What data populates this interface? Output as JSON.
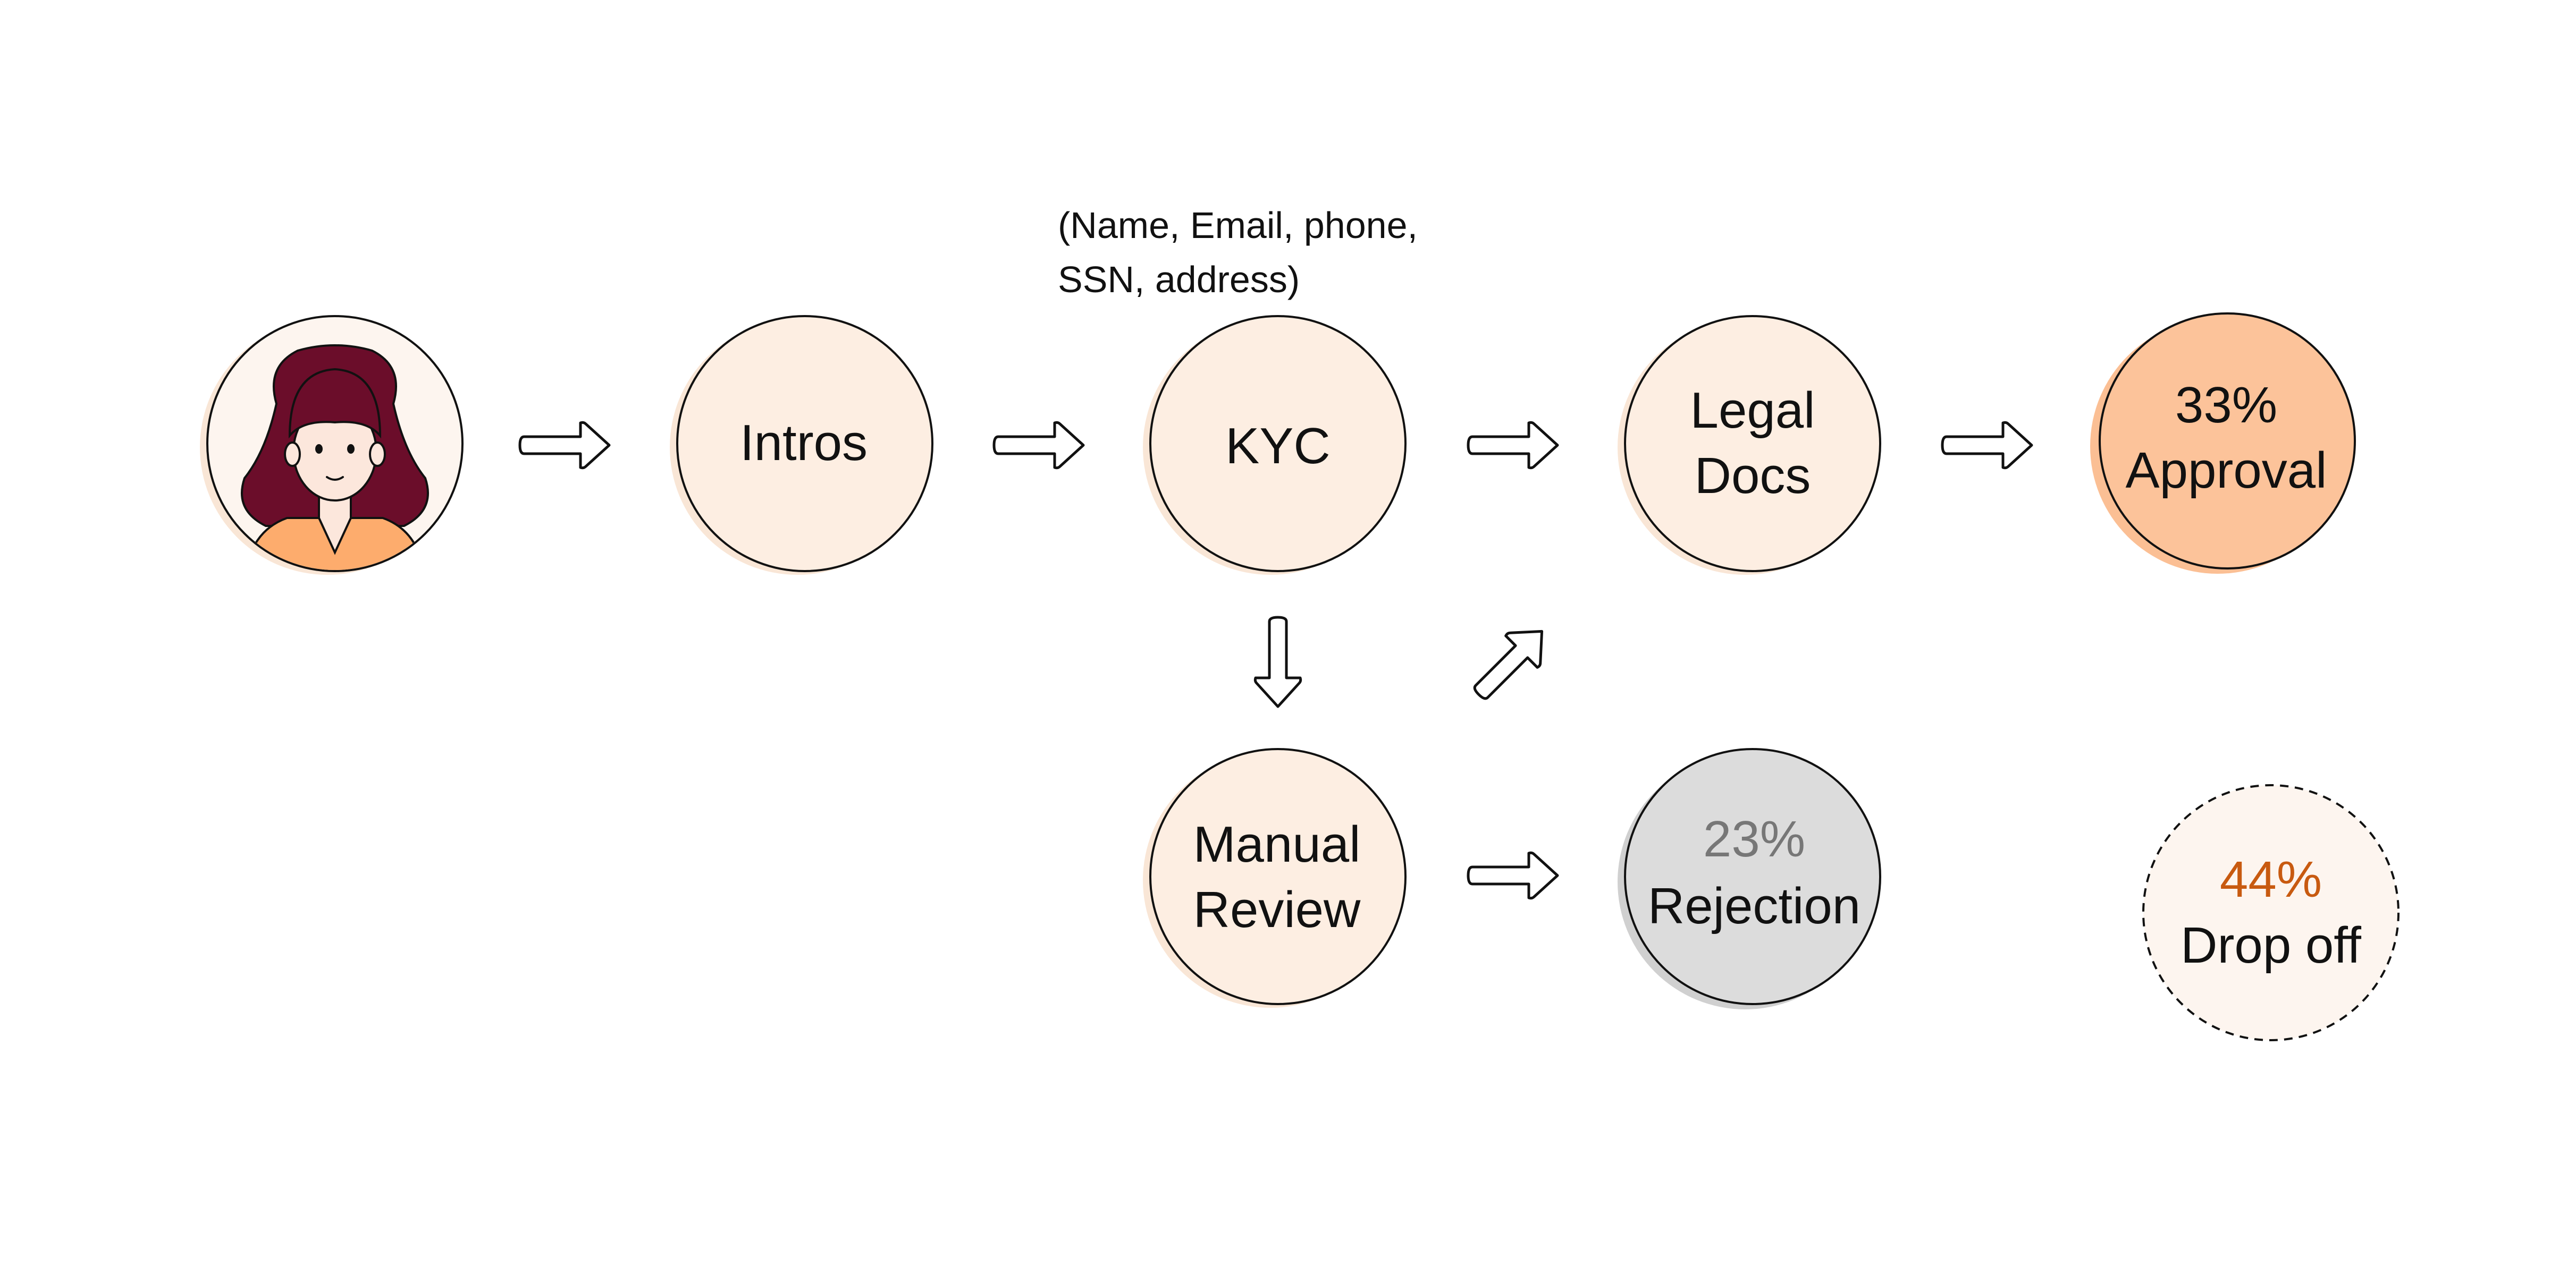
{
  "colors": {
    "node_fill": "#fdeee2",
    "node_shadow": "#f9e6d6",
    "approval_fill": "#fcc39a",
    "approval_shadow": "#fbbf94",
    "rejection_fill": "#dcdcdc",
    "rejection_shadow": "#d0d0d0",
    "dropoff_fill": "#fdf5ef",
    "percent_gray": "#777777",
    "percent_orange": "#c85a10",
    "stroke": "#111111",
    "hair": "#6b0d2a",
    "shirt": "#fdac6d",
    "skin": "#fce7dc"
  },
  "diagram": {
    "kyc_note": {
      "line1": "(Name, Email, phone,",
      "line2": "SSN, address)"
    },
    "nodes": {
      "user": {
        "icon": "user-avatar-icon"
      },
      "intros": {
        "label": "Intros"
      },
      "kyc": {
        "label": "KYC"
      },
      "legal_docs": {
        "line1": "Legal",
        "line2": "Docs"
      },
      "approval": {
        "percent": "33%",
        "label": "Approval"
      },
      "manual_review": {
        "line1": "Manual",
        "line2": "Review"
      },
      "rejection": {
        "percent": "23%",
        "label": "Rejection"
      },
      "drop_off": {
        "percent": "44%",
        "label": "Drop off"
      }
    },
    "arrows": [
      {
        "from": "user",
        "to": "intros",
        "direction": "right"
      },
      {
        "from": "intros",
        "to": "kyc",
        "direction": "right"
      },
      {
        "from": "kyc",
        "to": "legal_docs",
        "direction": "right"
      },
      {
        "from": "legal_docs",
        "to": "approval",
        "direction": "right"
      },
      {
        "from": "kyc",
        "to": "manual_review",
        "direction": "down"
      },
      {
        "from": "manual_review",
        "to": "legal_docs",
        "direction": "up-right"
      },
      {
        "from": "manual_review",
        "to": "rejection",
        "direction": "right"
      }
    ]
  }
}
